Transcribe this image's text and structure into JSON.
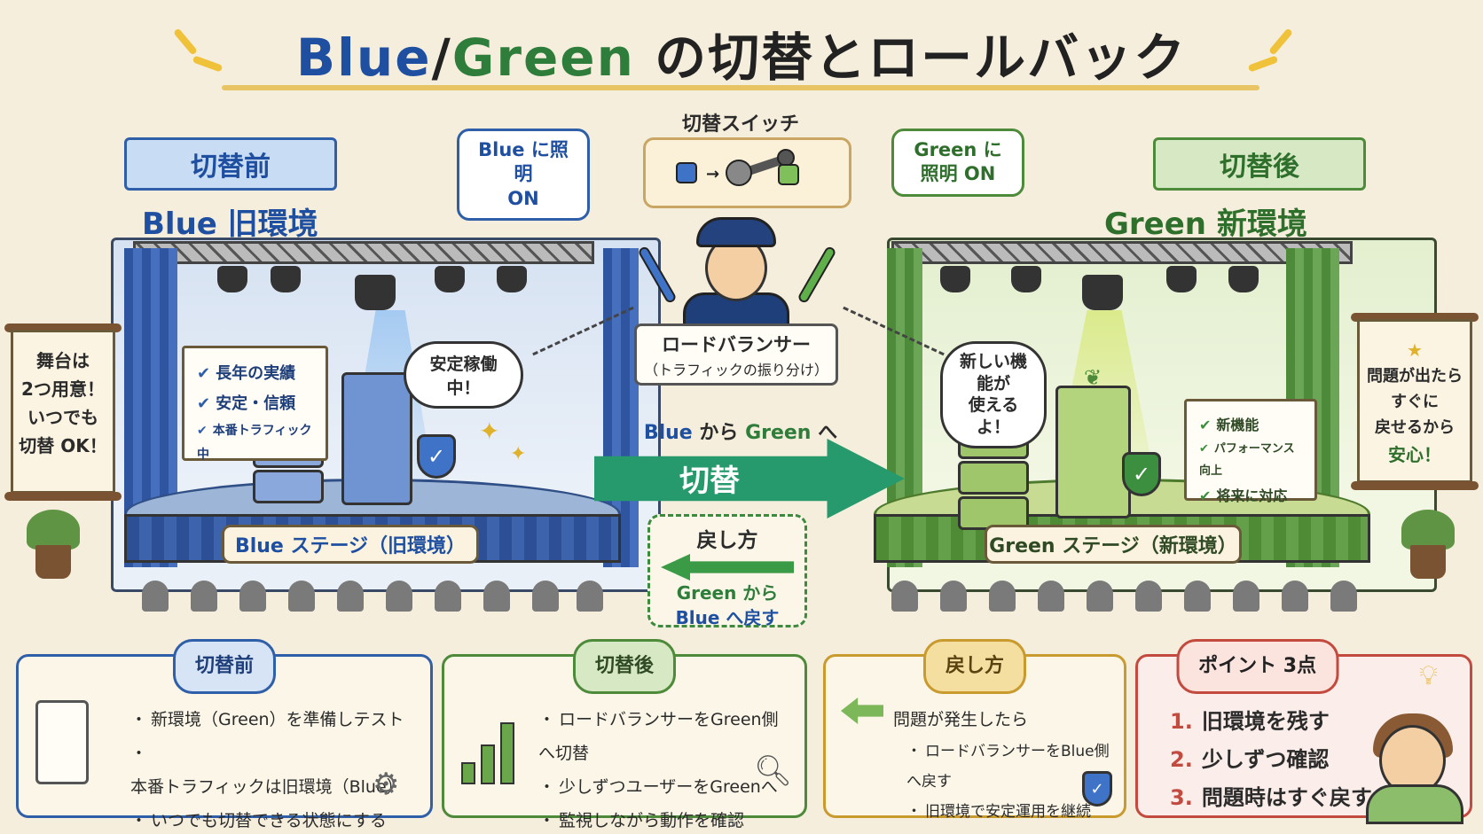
{
  "title": {
    "blue": "Blue",
    "slash": "/",
    "green": "Green",
    "rest": "の切替とロールバック"
  },
  "before_ribbon": "切替前",
  "after_ribbon": "切替後",
  "blue_env_title": "Blue 旧環境",
  "green_env_title": "Green 新環境",
  "switch": {
    "label": "切替スイッチ"
  },
  "blue_light_bubble": {
    "line1": "Blue に照明",
    "line2": "ON"
  },
  "green_light_bubble": {
    "line1": "Green に",
    "line2": "照明 ON"
  },
  "load_balancer": {
    "title": "ロードバランサー",
    "subtitle": "（トラフィックの振り分け）"
  },
  "left_scroll": {
    "line1": "舞台は",
    "line2": "2つ用意！",
    "line3": "いつでも",
    "line4": "切替 OK！"
  },
  "right_scroll": {
    "line1": "問題が出たら",
    "line2": "すぐに",
    "line3": "戻せるから",
    "line4": "安心！"
  },
  "blue_board": {
    "items": [
      "長年の実績",
      "安定・信頼",
      "本番トラフィック中"
    ]
  },
  "green_board": {
    "items": [
      "新機能",
      "パフォーマンス向上",
      "将来に対応"
    ]
  },
  "blue_speech": "安定稼働中！",
  "green_speech": {
    "line1": "新しい機能が",
    "line2": "使えるよ！"
  },
  "blue_plate": "Blue ステージ（旧環境）",
  "green_plate": "Green ステージ（新環境）",
  "switch_arrow": {
    "from": "Blue",
    "mid1": " から ",
    "to": "Green",
    "mid2": " へ",
    "label": "切替"
  },
  "rollback_box": {
    "title": "戻し方",
    "line1": "Green から",
    "line2": "Blue へ戻す"
  },
  "panel_before": {
    "tag": "切替前",
    "items": [
      "新環境（Green）を準備しテスト",
      "本番トラフィックは旧環境（Blue）",
      "いつでも切替できる状態にする"
    ]
  },
  "panel_after": {
    "tag": "切替後",
    "items": [
      "ロードバランサーをGreen側へ切替",
      "少しずつユーザーをGreenへ",
      "監視しながら動作を確認"
    ]
  },
  "panel_rollback": {
    "tag": "戻し方",
    "lead": "問題が発生したら",
    "items": [
      "ロードバランサーをBlue側へ戻す",
      "旧環境で安定運用を継続"
    ]
  },
  "panel_points": {
    "tag": "ポイント 3点",
    "items": [
      {
        "n": "1.",
        "text": "旧環境を残す"
      },
      {
        "n": "2.",
        "text": "少しずつ確認"
      },
      {
        "n": "3.",
        "text": "問題時はすぐ戻す"
      }
    ]
  },
  "colors": {
    "blue": "#1f4fa0",
    "green": "#2f7d3a",
    "accent_yellow": "#e9c464",
    "teal_arrow": "#269a6c",
    "red": "#c34a3f"
  }
}
